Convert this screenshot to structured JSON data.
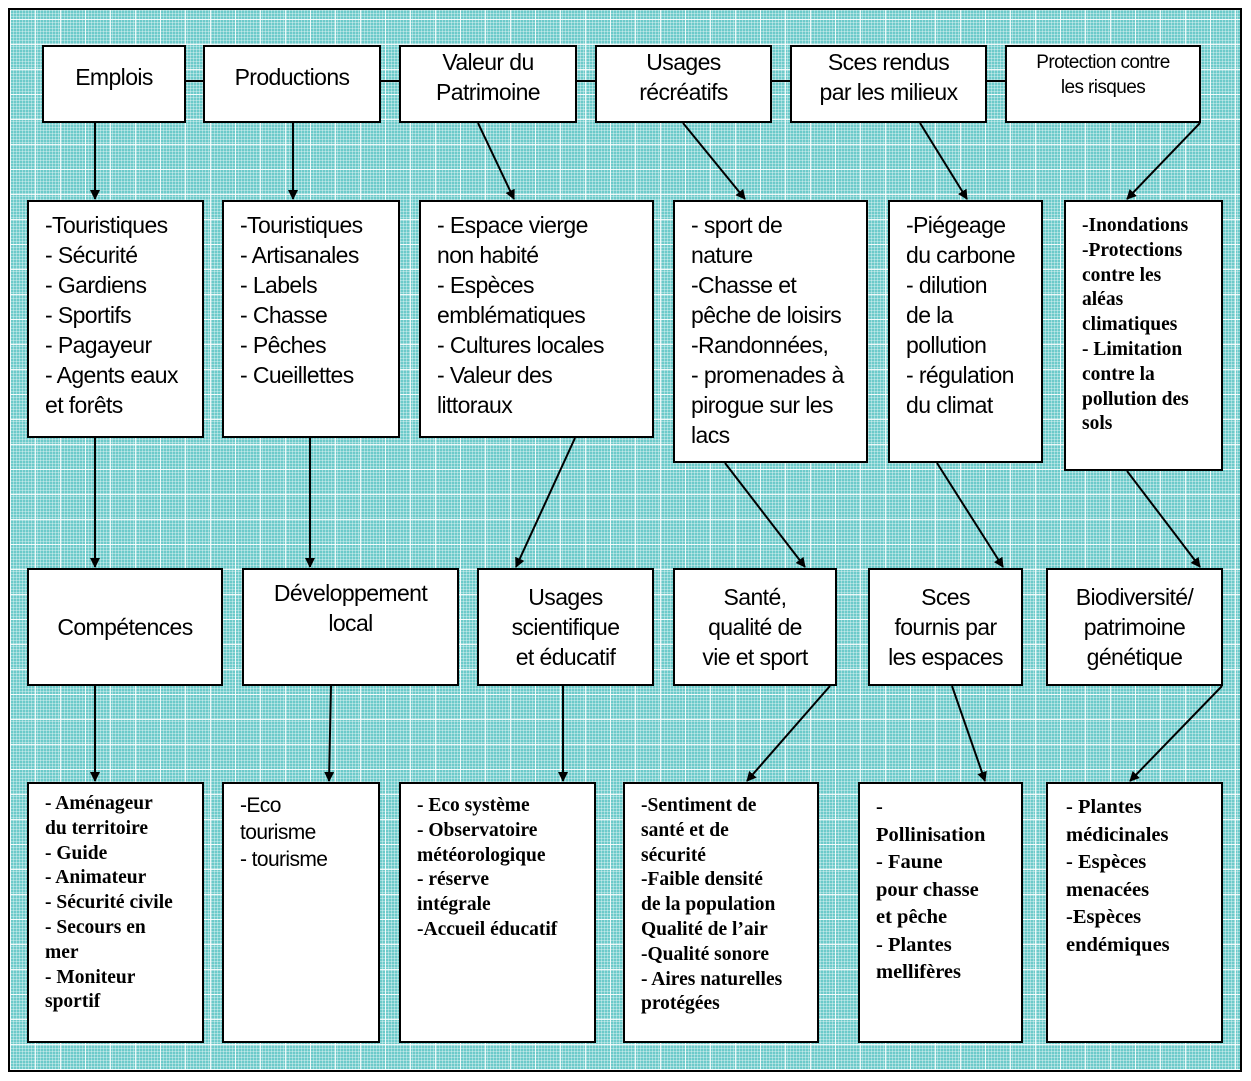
{
  "row1": [
    {
      "id": "emplois",
      "text": "Emplois"
    },
    {
      "id": "productions",
      "text": "Productions"
    },
    {
      "id": "valeur-patrimoine",
      "text": "Valeur du\nPatrimoine"
    },
    {
      "id": "usages-recreatifs",
      "text": "Usages\nrécréatifs"
    },
    {
      "id": "sces-rendus",
      "text": "Sces rendus\npar les milieux"
    },
    {
      "id": "protection-risques",
      "text": "Protection contre\nles risques"
    }
  ],
  "row2": [
    {
      "text": "-Touristiques\n- Sécurité\n- Gardiens\n- Sportifs\n- Pagayeur\n- Agents eaux\net forêts"
    },
    {
      "text": "-Touristiques\n- Artisanales\n- Labels\n- Chasse\n- Pêches\n- Cueillettes"
    },
    {
      "text": " - Espace vierge\n   non habité\n - Espèces\n   emblématiques\n  - Cultures locales\n  - Valeur des\n   littoraux"
    },
    {
      "text": " - sport de\nnature\n-Chasse et\npêche de loisirs\n-Randonnées,\n- promenades à\npirogue sur les\nlacs"
    },
    {
      "text": "-Piégeage\ndu carbone\n- dilution\nde la\npollution\n- régulation\ndu climat"
    },
    {
      "text": "-Inondations\n -Protections\ncontre les\naléas\nclimatiques\n- Limitation\ncontre la\npollution des\nsols"
    }
  ],
  "row3": [
    {
      "text": "Compétences"
    },
    {
      "text": "Développement\nlocal"
    },
    {
      "text": "Usages\nscientifique\net éducatif"
    },
    {
      "text": "Santé,\nqualité de\nvie et sport"
    },
    {
      "text": "Sces\nfournis par\nles espaces"
    },
    {
      "text": "Biodiversité/\npatrimoine\ngénétique"
    }
  ],
  "row4": [
    {
      "text": "- Aménageur\n   du territoire\n- Guide\n- Animateur\n- Sécurité civile\n- Secours en\nmer\n- Moniteur\n   sportif"
    },
    {
      "text": "-Eco\ntourisme\n- tourisme"
    },
    {
      "text": "- Eco système\n- Observatoire\n   météorologique\n- réserve\n   intégrale\n-Accueil éducatif"
    },
    {
      "text": "-Sentiment de\nsanté et de\nsécurité\n-Faible densité\nde la population\nQualité de l’air\n-Qualité sonore\n- Aires naturelles\nprotégées"
    },
    {
      "text": "-\nPollinisation\n- Faune\npour chasse\net pêche\n- Plantes\nmellifères"
    },
    {
      "text": "- Plantes\n   médicinales\n- Espèces\n   menacées\n-Espèces\n   endémiques"
    }
  ]
}
